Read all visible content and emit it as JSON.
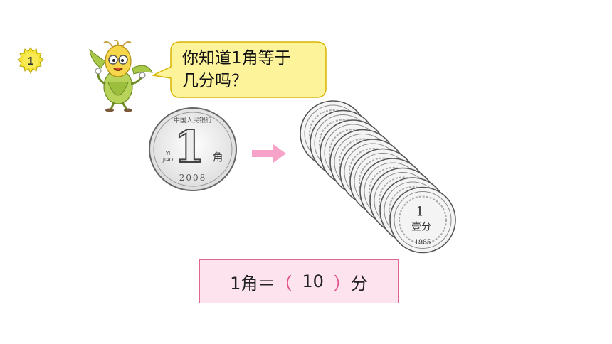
{
  "badge": {
    "number": "1"
  },
  "bubble": {
    "line1": "你知道1角等于",
    "line2": "几分吗？"
  },
  "coin_jiao": {
    "top_text": "中国人民银行",
    "denomination": "1",
    "unit": "角",
    "pinyin_1": "YI",
    "pinyin_2": "JIAO",
    "year": "2008"
  },
  "coin_fen": {
    "denomination": "1",
    "unit": "壹分",
    "year": "1985",
    "count": 10
  },
  "equation": {
    "left": "1角＝",
    "open_paren": "（",
    "answer": "10",
    "close_paren": "）",
    "unit": "分"
  },
  "colors": {
    "accent_pink": "#e0518a",
    "box_fill": "#fce3ee",
    "bubble_fill": "#fdf39a",
    "bubble_border": "#d8b400",
    "badge_yellow": "#f5e43a"
  }
}
